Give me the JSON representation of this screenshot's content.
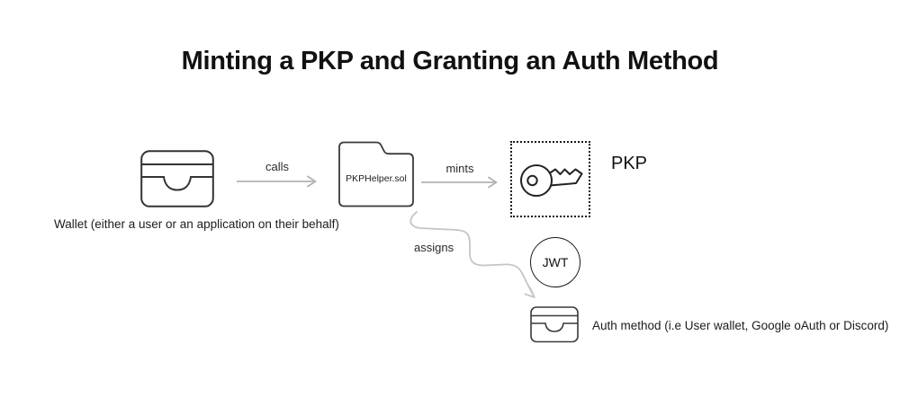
{
  "title": "Minting a PKP and Granting an Auth Method",
  "diagram": {
    "wallet": {
      "icon": "wallet-card-icon",
      "label": "Wallet (either a user or an application on their behalf)"
    },
    "calls_arrow": {
      "label": "calls"
    },
    "contract": {
      "icon": "folder-icon",
      "label": "PKPHelper.sol"
    },
    "mints_arrow": {
      "label": "mints"
    },
    "pkp": {
      "icon": "key-icon",
      "label": "PKP"
    },
    "assigns_arrow": {
      "label": "assigns"
    },
    "jwt_token": {
      "label": "JWT"
    },
    "auth_method": {
      "icon": "wallet-card-icon",
      "label": "Auth method (i.e User wallet, Google oAuth or Discord)"
    }
  },
  "colors": {
    "background": "#ffffff",
    "title_text": "#111111",
    "label_text": "#1c1c1c",
    "icon_stroke": "#333333",
    "straight_arrow": "#b3b3b3",
    "squiggle_arrow": "#c5c5c5",
    "dotted_border": "#1a1a1a"
  }
}
